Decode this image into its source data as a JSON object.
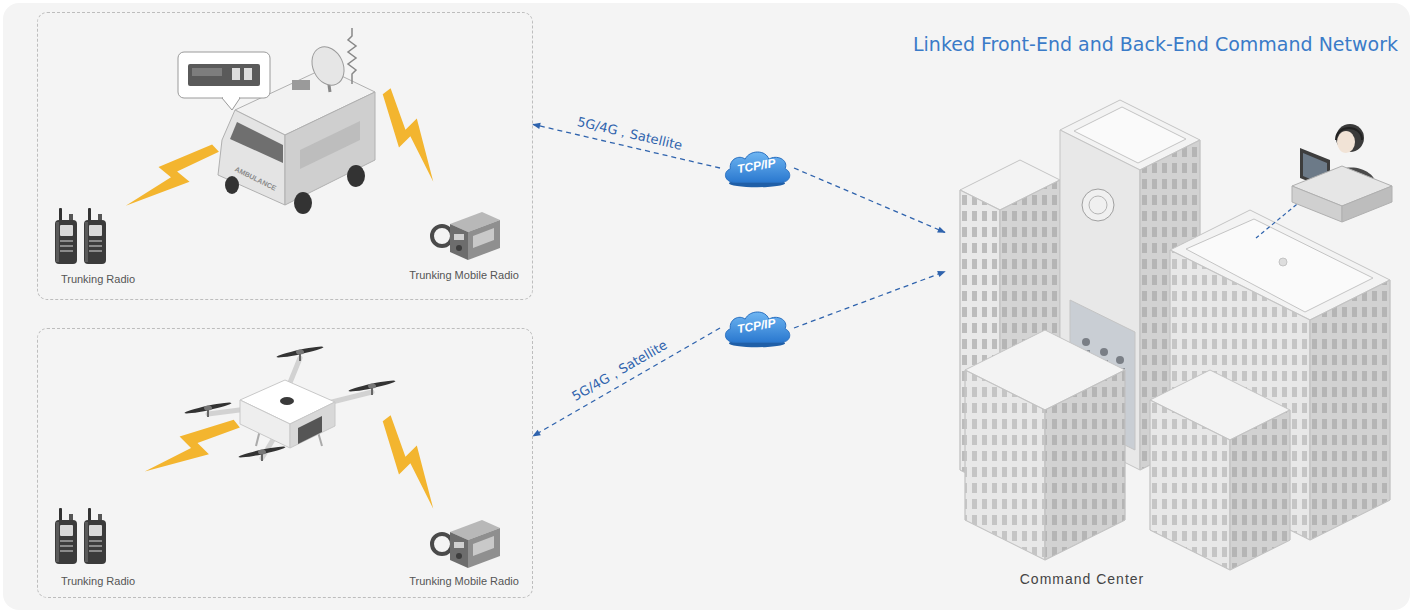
{
  "diagram": {
    "title": "Linked Front-End and Back-End Command Network",
    "nodes": [
      {
        "text": [
          "Trunking Radio",
          "Trunking Mobile Radio"
        ]
      },
      {
        "text": [
          "Trunking Radio",
          "Trunking Mobile Radio"
        ]
      },
      {
        "text": [
          "TCP/IP"
        ]
      },
      {
        "text": [
          "TCP/IP"
        ]
      },
      {
        "text": [
          "Command Center"
        ]
      }
    ],
    "edges": [
      {
        "from": 2,
        "to": 0,
        "arrow": "to",
        "label": "5G/4G，Satellite"
      },
      {
        "from": 2,
        "to": 4,
        "arrow": "to"
      },
      {
        "from": 3,
        "to": 1,
        "arrow": "to",
        "label": "5G/4G，Satellite"
      },
      {
        "from": 3,
        "to": 4,
        "arrow": "to"
      }
    ],
    "labels": [
      "AMBULANCE"
    ]
  }
}
